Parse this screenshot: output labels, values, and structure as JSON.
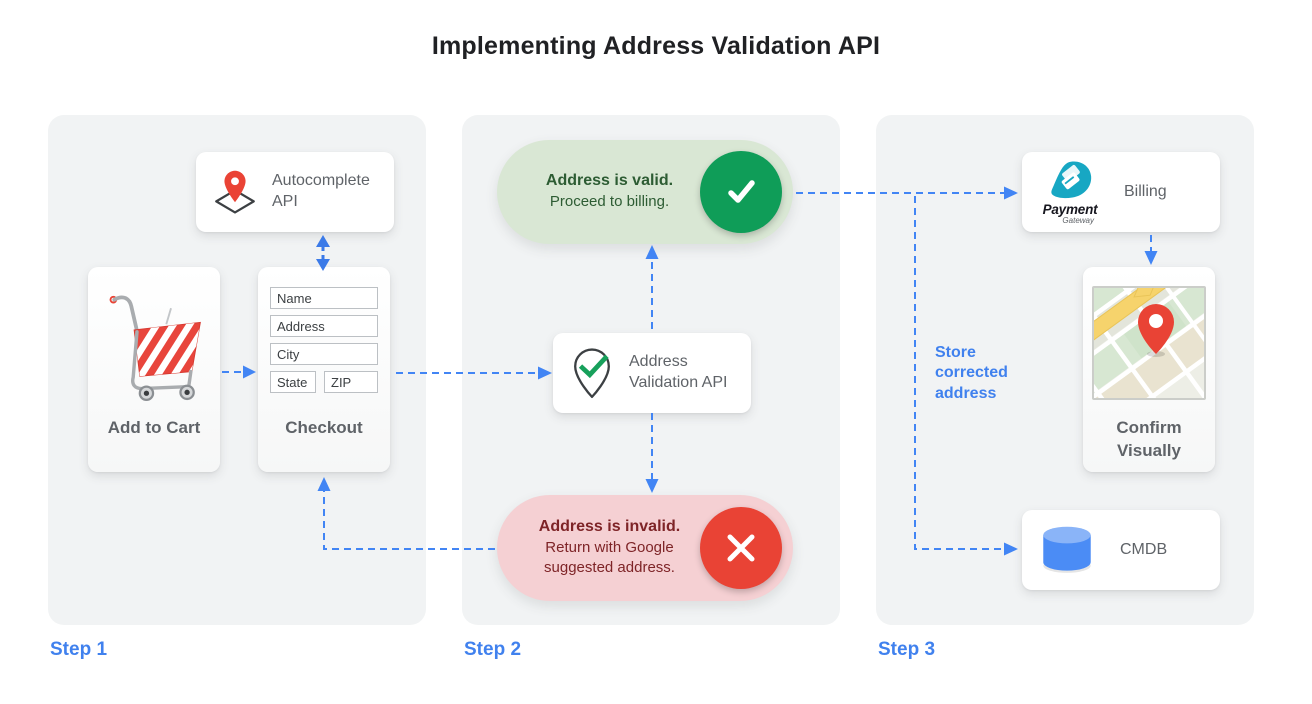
{
  "title": "Implementing Address Validation API",
  "colors": {
    "panel_bg": "#f1f3f4",
    "arrow_blue": "#4285f4",
    "step_label_blue": "#4081ee",
    "valid_green": "#0f9d58",
    "valid_pill_bg": "#d9e7d4",
    "valid_text": "#2d5c33",
    "invalid_red": "#e94335",
    "invalid_pill_bg": "#f5d0d3",
    "invalid_text": "#7e2427"
  },
  "step1": {
    "label": "Step 1",
    "autocomplete_card": {
      "label": "Autocomplete API",
      "icon": "map-pin-diamond-icon"
    },
    "cart_card": {
      "label": "Add to Cart",
      "icon": "shopping-cart-icon"
    },
    "checkout_card": {
      "label": "Checkout",
      "fields": {
        "name": "Name",
        "address": "Address",
        "city": "City",
        "state": "State",
        "zip": "ZIP"
      }
    }
  },
  "step2": {
    "label": "Step 2",
    "valid_pill": {
      "title": "Address is valid.",
      "subtitle": "Proceed to billing.",
      "icon": "check-icon"
    },
    "validation_card": {
      "label": "Address Validation API",
      "icon": "pin-check-icon"
    },
    "invalid_pill": {
      "title": "Address is invalid.",
      "subtitle": "Return with Google suggested address.",
      "icon": "x-icon"
    }
  },
  "step3": {
    "label": "Step 3",
    "billing_card": {
      "label": "Billing",
      "logo_title": "Payment",
      "logo_subtitle": "Gateway",
      "icon": "payment-gateway-logo"
    },
    "confirm_card": {
      "label": "Confirm Visually",
      "icon": "map-thumbnail"
    },
    "cmdb_card": {
      "label": "CMDB",
      "icon": "database-icon"
    },
    "store_note": "Store corrected address"
  }
}
